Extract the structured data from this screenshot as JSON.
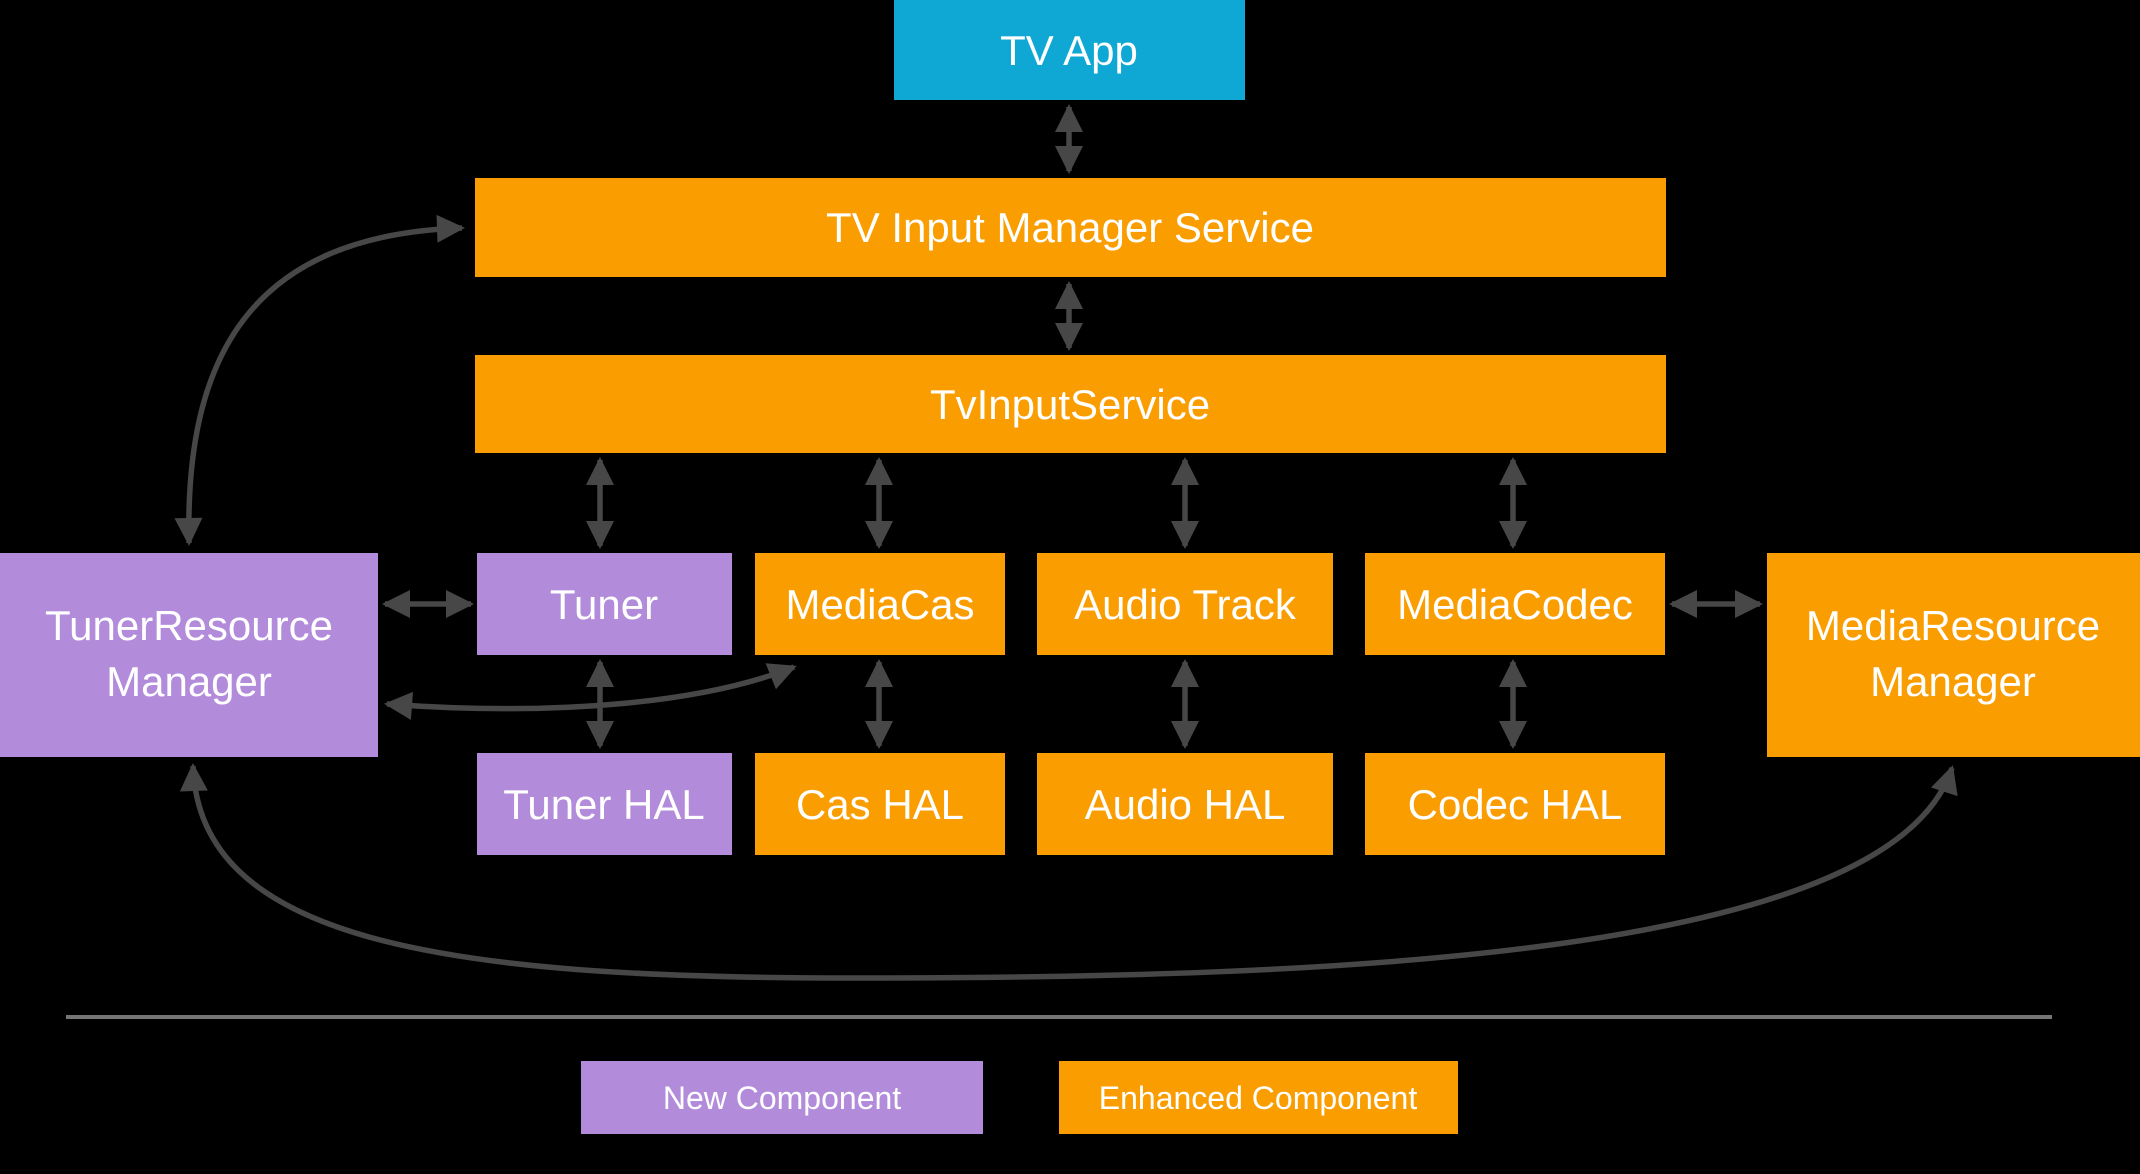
{
  "colors": {
    "background": "#000000",
    "box_cyan": "#0FA8D4",
    "box_orange": "#F99D00",
    "box_purple": "#B28BDB",
    "text": "#FFFFFF",
    "arrow": "#474747",
    "divider": "#757575"
  },
  "nodes": {
    "tv_app": {
      "label": "TV App"
    },
    "tv_input_manager_service": {
      "label": "TV Input Manager Service"
    },
    "tv_input_service": {
      "label": "TvInputService"
    },
    "tuner": {
      "label": "Tuner"
    },
    "media_cas": {
      "label": "MediaCas"
    },
    "audio_track": {
      "label": "Audio Track"
    },
    "media_codec": {
      "label": "MediaCodec"
    },
    "tuner_resource_manager": {
      "line1": "TunerResource",
      "line2": "Manager"
    },
    "media_resource_manager": {
      "line1": "MediaResource",
      "line2": "Manager"
    },
    "tuner_hal": {
      "label": "Tuner HAL"
    },
    "cas_hal": {
      "label": "Cas HAL"
    },
    "audio_hal": {
      "label": "Audio HAL"
    },
    "codec_hal": {
      "label": "Codec HAL"
    }
  },
  "legend": {
    "new_component": "New Component",
    "enhanced_component": "Enhanced Component"
  }
}
